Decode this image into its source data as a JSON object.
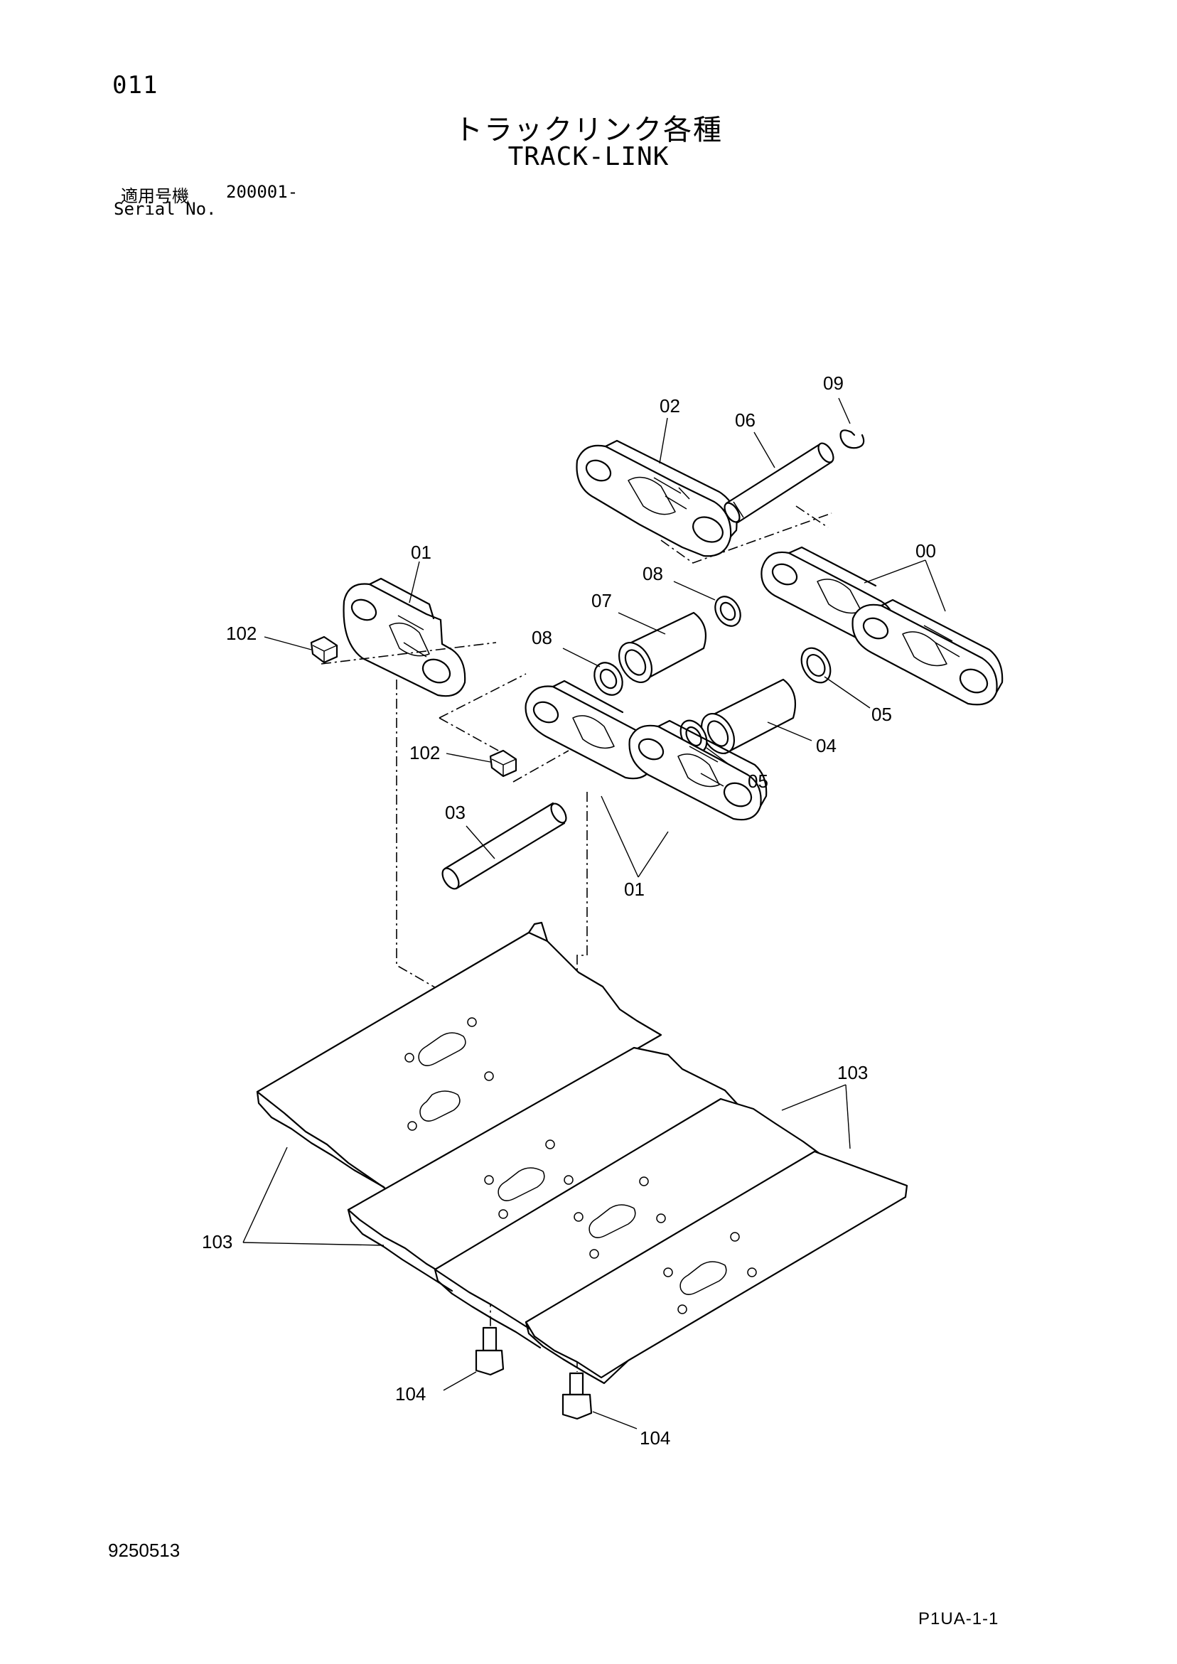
{
  "header": {
    "page_number": "011",
    "title_jp": "トラックリンク各種",
    "title_en": "TRACK-LINK",
    "serial_label_jp": "適用号機",
    "serial_value": "200001-",
    "serial_label_en": "Serial No."
  },
  "callouts": {
    "c00": "00",
    "c01a": "01",
    "c01b": "01",
    "c02": "02",
    "c03": "03",
    "c04": "04",
    "c05a": "05",
    "c05b": "05",
    "c06": "06",
    "c07": "07",
    "c08a": "08",
    "c08b": "08",
    "c09": "09",
    "c102a": "102",
    "c102b": "102",
    "c103a": "103",
    "c103b": "103",
    "c104a": "104",
    "c104b": "104"
  },
  "footer": {
    "drawing_code": "9250513",
    "page_code": "P1UA-1-1"
  }
}
